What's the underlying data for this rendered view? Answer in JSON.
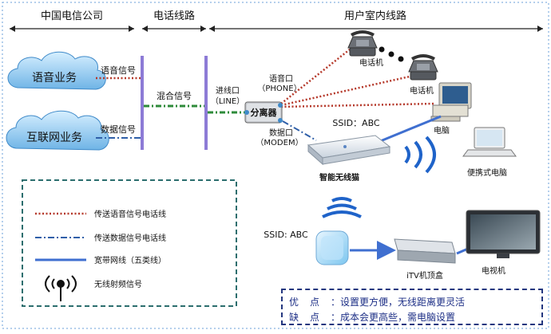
{
  "header": {
    "company": "中国电信公司",
    "line": "电话线路",
    "indoor": "用户室内线路"
  },
  "clouds": {
    "voice": "语音业务",
    "internet": "互联网业务"
  },
  "signals": {
    "voice": "语音信号",
    "data": "数据信号",
    "mixed": "混合信号"
  },
  "splitter": {
    "label": "分离器",
    "line_port_top": "进线口",
    "line_port_bottom": "（LINE）",
    "phone_port_top": "语音口",
    "phone_port_bottom": "（PHONE）",
    "modem_port_top": "数据口",
    "modem_port_bottom": "（MODEM）"
  },
  "devices": {
    "phone1": "电话机",
    "phone2": "电话机",
    "pc": "电脑",
    "laptop": "便携式电脑",
    "modem": "智能无线猫",
    "ssid_modem": "SSID：ABC",
    "ssid_router": "SSID:  ABC",
    "stb": "iTV机顶盒",
    "tv": "电视机"
  },
  "legend": [
    {
      "text": "传送语音信号电话线",
      "style": "voice",
      "color": "#b5382a"
    },
    {
      "text": "传送数据信号电话线",
      "style": "data",
      "color": "#2f5fa8"
    },
    {
      "text": "宽带网线（五类线）",
      "style": "cable",
      "color": "#3f6fd0"
    },
    {
      "text": "无线射频信号",
      "style": "wifi",
      "color": "#111111"
    }
  ],
  "pros_cons": {
    "pros_key": "优点：",
    "pros_text": "设置更方便，无线距离更灵活",
    "cons_key": "缺点：",
    "cons_text": "成本会更高些，需电脑设置"
  }
}
